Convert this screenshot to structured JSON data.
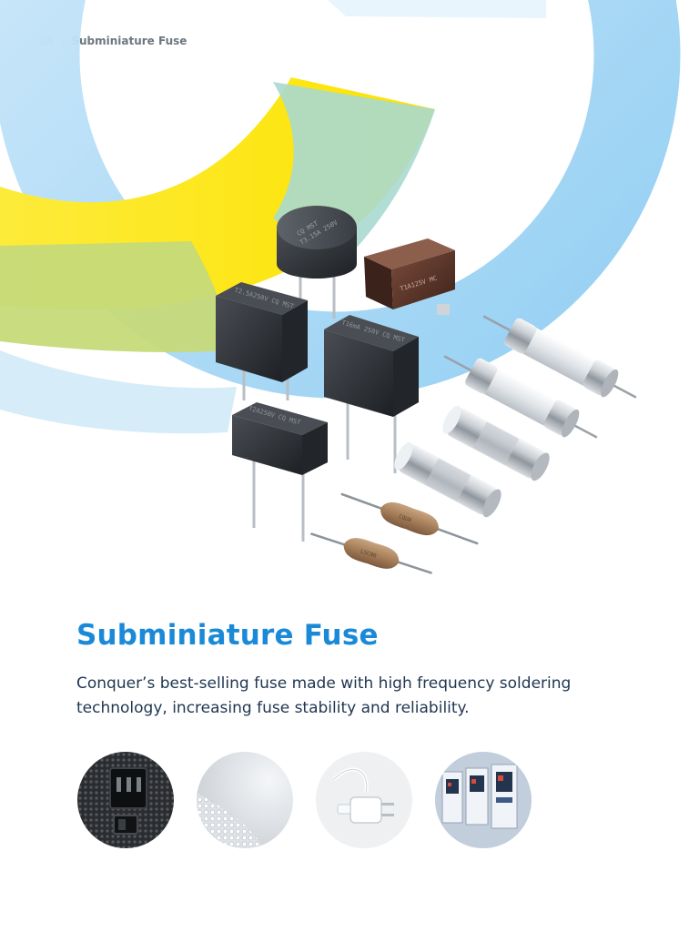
{
  "header": {
    "page_number": "38",
    "separator": "|",
    "section": "Subminiature Fuse"
  },
  "main": {
    "title": "Subminiature Fuse",
    "description": "Conquer’s best-selling fuse made with high frequency soldering technology, increasing fuse stability and reliability."
  },
  "product_markings": {
    "radial_round": "CQ MST T3.15A 250V",
    "smd_brown": "T1A125V MC",
    "square_left": "T2.5A250V CQ MST",
    "square_right": "T16mA 250V CQ MST",
    "square_front": "T2A250V CQ MST",
    "axial_glass_1": "CQUA",
    "axial_glass_2": "LSC00"
  },
  "application_images": [
    {
      "name": "power-socket",
      "icon": "iec-power-inlet-icon"
    },
    {
      "name": "led-light",
      "icon": "led-panel-icon"
    },
    {
      "name": "usb-charger",
      "icon": "wall-charger-icon"
    },
    {
      "name": "control-cabinet",
      "icon": "electrical-cabinet-icon"
    }
  ],
  "colors": {
    "title_blue": "#1a8ad8",
    "text_navy": "#1f3550",
    "arc_blue": "#9fd4f3",
    "arc_yellow": "#fde800",
    "arc_green": "#c3d972"
  }
}
